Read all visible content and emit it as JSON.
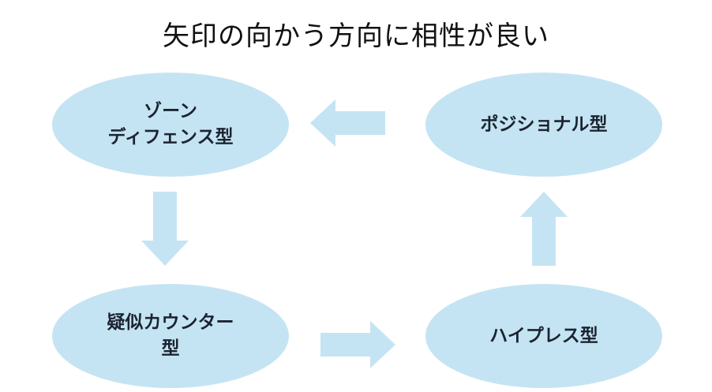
{
  "title": "矢印の向かう方向に相性が良い",
  "colors": {
    "node_fill": "#c5e4f3",
    "arrow_fill": "#c5e4f3",
    "text": "#1b2430"
  },
  "nodes": {
    "zone": {
      "line1": "ゾーン",
      "line2": "ディフェンス型"
    },
    "position": {
      "line1": "ポジショナル型"
    },
    "counter": {
      "line1": "疑似カウンター",
      "line2": "型"
    },
    "highpress": {
      "line1": "ハイプレス型"
    }
  }
}
